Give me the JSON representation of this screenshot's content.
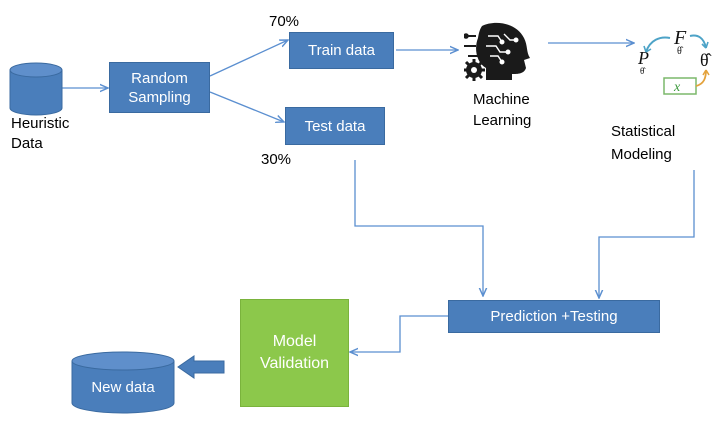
{
  "nodes": {
    "heuristic_data": "Heuristic Data",
    "random_sampling": "Random Sampling",
    "train_data": "Train data",
    "test_data": "Test data",
    "machine_learning": "Machine Learning",
    "statistical_modeling": "Statistical Modeling",
    "prediction_testing": "Prediction +Testing",
    "model_validation": "Model Validation",
    "new_data": "New data"
  },
  "edge_labels": {
    "train_pct": "70%",
    "test_pct": "30%"
  },
  "stat_symbols": {
    "f_theta": "F",
    "p_theta": "P",
    "theta_hat": "θ̂",
    "x": "x"
  },
  "colors": {
    "box_blue": "#4a7ebb",
    "box_green": "#8cc84b",
    "arrow_blue": "#5b8fd0",
    "text": "#000000"
  }
}
